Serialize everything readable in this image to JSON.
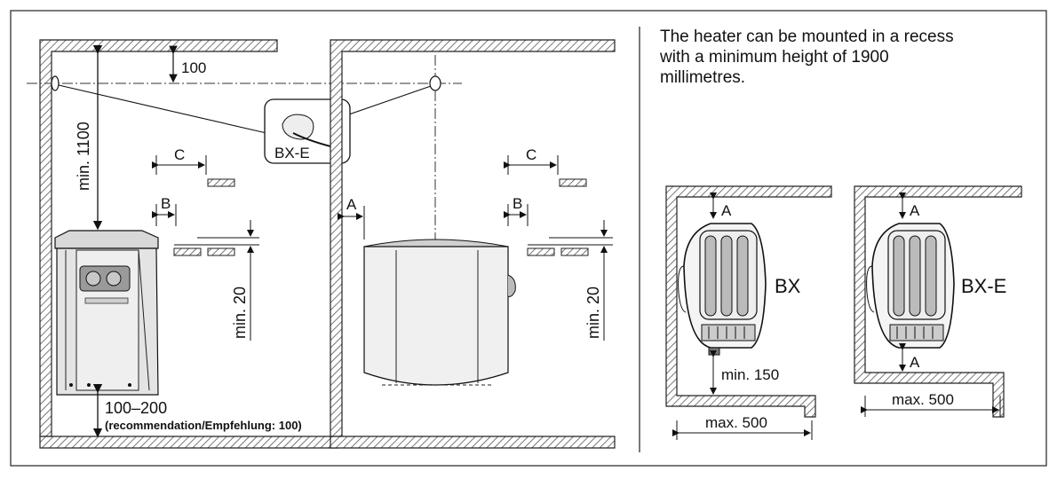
{
  "note": {
    "lines": [
      "The heater can be mounted in a recess",
      "with a minimum height of 1900",
      "millimetres."
    ]
  },
  "left_diagram": {
    "top_gap": "100",
    "height_min": "min. 1100",
    "c": "C",
    "b": "B",
    "min20": "min. 20",
    "floor_gap": "100–200",
    "recommendation": "(recommendation/Empfehlung: 100)",
    "callout": "BX-E"
  },
  "middle_diagram": {
    "a": "A",
    "c": "C",
    "b": "B",
    "min20": "min. 20"
  },
  "bx_diagram": {
    "name": "BX",
    "a": "A",
    "min150": "min. 150",
    "max500": "max. 500"
  },
  "bxe_diagram": {
    "name": "BX-E",
    "a_top": "A",
    "a_bottom": "A",
    "max500": "max. 500"
  }
}
